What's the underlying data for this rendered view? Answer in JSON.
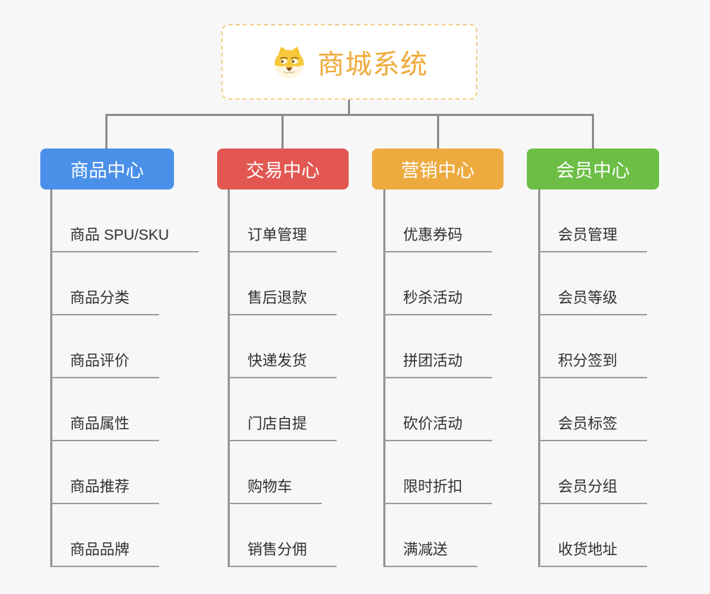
{
  "root": {
    "title": "商城系统",
    "icon": "dog-face-icon"
  },
  "branches": [
    {
      "label": "商品中心",
      "color": "#4A90E8",
      "children": [
        "商品 SPU/SKU",
        "商品分类",
        "商品评价",
        "商品属性",
        "商品推荐",
        "商品品牌"
      ]
    },
    {
      "label": "交易中心",
      "color": "#E25752",
      "children": [
        "订单管理",
        "售后退款",
        "快递发货",
        "门店自提",
        "购物车",
        "销售分佣"
      ]
    },
    {
      "label": "营销中心",
      "color": "#EDAA3E",
      "children": [
        "优惠券码",
        "秒杀活动",
        "拼团活动",
        "砍价活动",
        "限时折扣",
        "满减送"
      ]
    },
    {
      "label": "会员中心",
      "color": "#6CBE45",
      "children": [
        "会员管理",
        "会员等级",
        "积分签到",
        "会员标签",
        "会员分组",
        "收货地址"
      ]
    }
  ],
  "colors": {
    "background": "#F7F7F7",
    "connector": "#8C8C8C",
    "leaf_underline": "#9C9C9C",
    "root_text": "#EFA939",
    "root_border": "#F5CF8E",
    "leaf_text": "#303030"
  }
}
